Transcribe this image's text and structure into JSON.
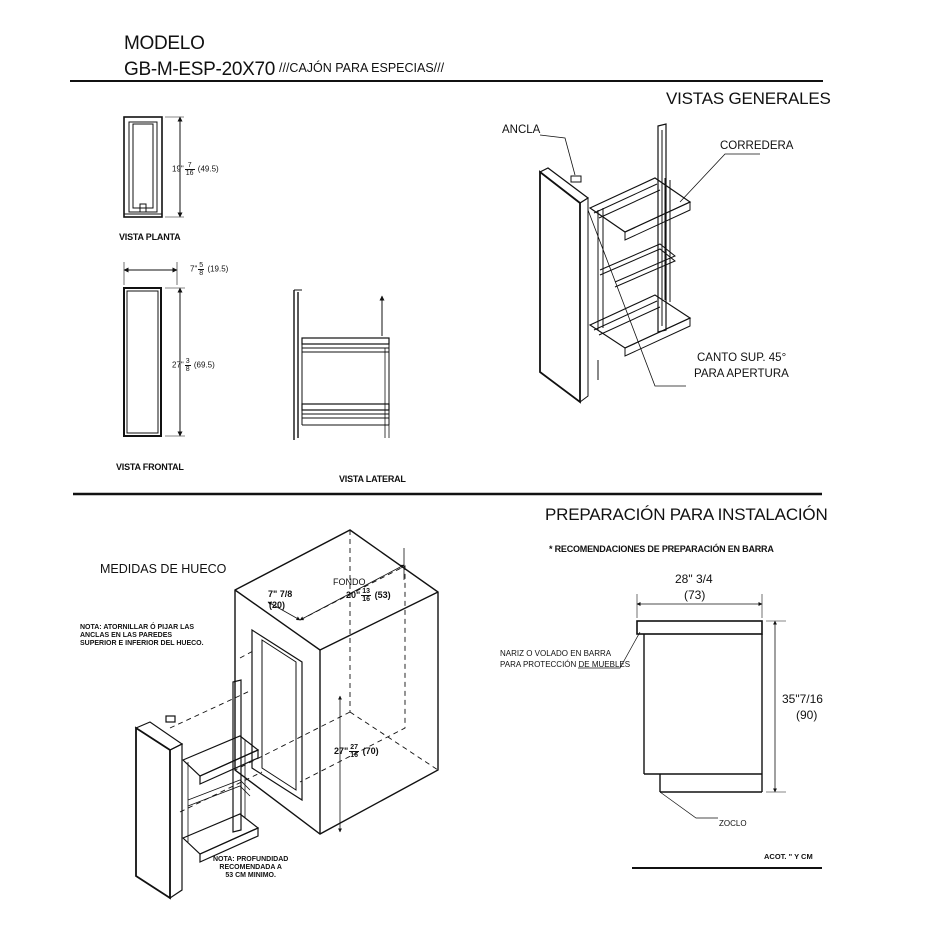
{
  "header": {
    "model_label": "MODELO",
    "model_code": "GB-M-ESP-20X70",
    "model_desc": "///CAJÓN PARA ESPECIAS///"
  },
  "general_views": {
    "title": "VISTAS GENERALES",
    "plan_view": {
      "label": "VISTA PLANTA",
      "dim_whole": "19\"",
      "dim_num": "7",
      "dim_den": "16",
      "dim_cm": "(49.5)"
    },
    "front_view": {
      "label": "VISTA FRONTAL",
      "width_whole": "7\"",
      "width_num": "5",
      "width_den": "8",
      "width_cm": "(19.5)",
      "height_whole": "27\"",
      "height_num": "3",
      "height_den": "8",
      "height_cm": "(69.5)"
    },
    "side_view": {
      "label": "VISTA LATERAL"
    },
    "iso_labels": {
      "anchor": "ANCLA",
      "slide": "CORREDERA",
      "edge_line1": "CANTO SUP. 45°",
      "edge_line2": "PARA APERTURA"
    }
  },
  "installation": {
    "title": "PREPARACIÓN PARA INSTALACIÓN",
    "recommendation": "* RECOMENDACIONES DE PREPARACIÓN EN BARRA",
    "opening": {
      "title": "MEDIDAS DE HUECO",
      "note_anchor": [
        "NOTA: ATORNILLAR Ó PIJAR LAS",
        "ANCLAS   EN   LAS   PAREDES",
        "SUPERIOR E INFERIOR DEL HUECO."
      ],
      "note_depth": [
        "NOTA:  PROFUNDIDAD",
        "RECOMENDADA A",
        "53 CM MINIMO."
      ],
      "width_in": "7\" 7/8",
      "width_cm": "(20)",
      "depth_label": "FONDO",
      "depth_whole": "20\"",
      "depth_num": "13",
      "depth_den": "16",
      "depth_cm": "(53)",
      "height_whole": "27\"",
      "height_num": "27",
      "height_den": "16",
      "height_cm": "(70)"
    },
    "bar": {
      "width_in": "28\" 3/4",
      "width_cm": "(73)",
      "height_in": "35\"7/16",
      "height_cm": "(90)",
      "nose_line1": "NARIZ O VOLADO EN BARRA",
      "nose_line2": "PARA PROTECCIÓN DE MUEBLES",
      "plinth": "ZOCLO",
      "units": "ACOT. \" Y CM"
    }
  }
}
